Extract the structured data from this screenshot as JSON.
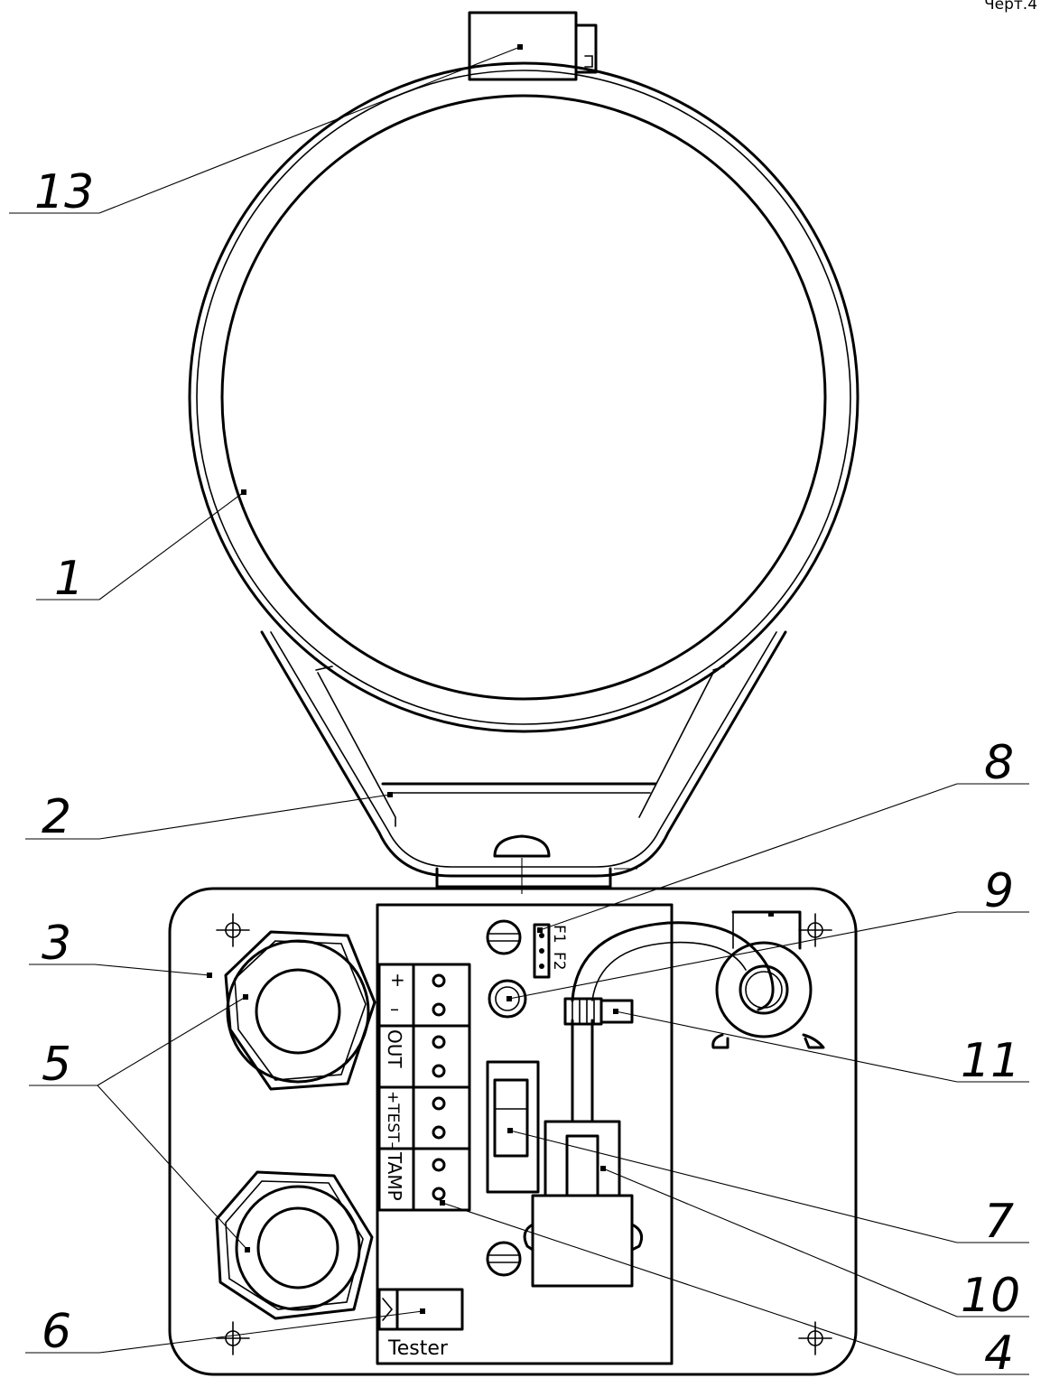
{
  "page_label": "Черт.4",
  "panel": {
    "plus": "+",
    "minus": "–",
    "out": "OUT",
    "test": "+TEST–",
    "tamp": "TAMP",
    "f1": "F1",
    "f2": "F2",
    "tester": "Tester"
  },
  "callouts": [
    "13",
    "1",
    "2",
    "3",
    "5",
    "6",
    "8",
    "9",
    "11",
    "7",
    "10",
    "4"
  ]
}
